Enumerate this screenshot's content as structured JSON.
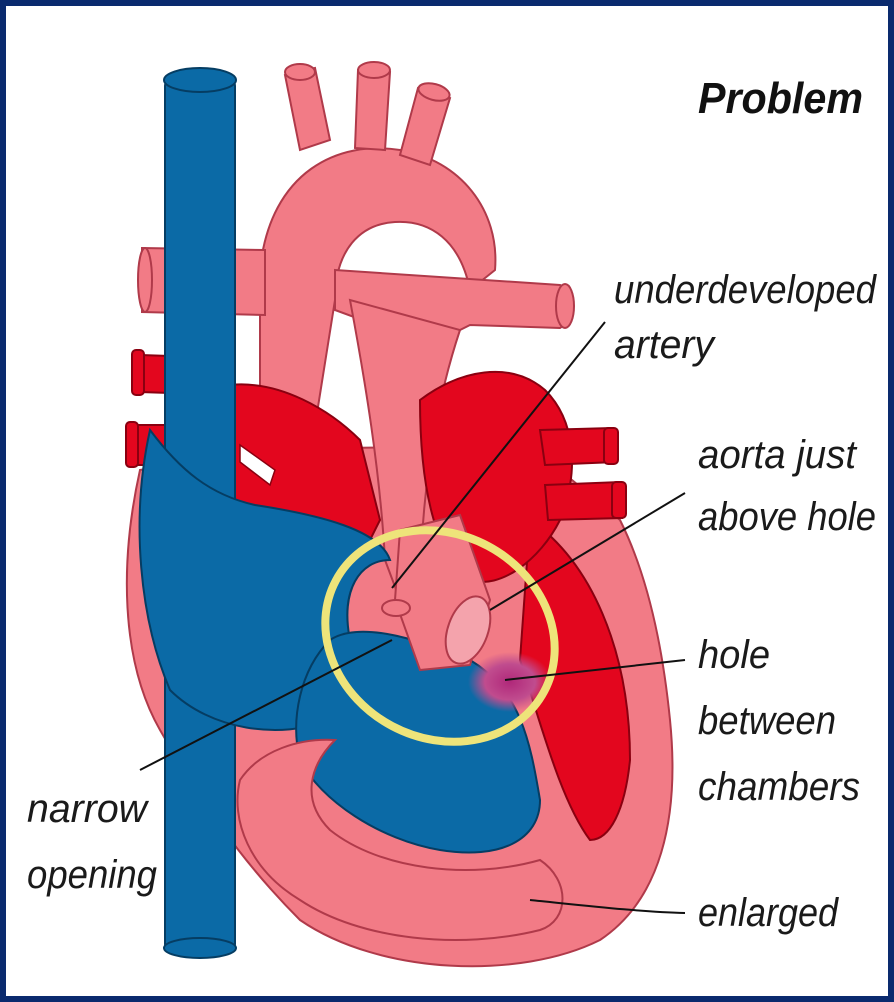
{
  "title": "Problem",
  "labels": {
    "underdeveloped_artery": [
      "underdeveloped",
      "artery"
    ],
    "aorta_above_hole": [
      "aorta just",
      "above hole"
    ],
    "hole_between_chambers": [
      "hole",
      "between",
      "chambers"
    ],
    "narrow_opening": [
      "narrow",
      "opening"
    ],
    "enlarged": [
      "enlarged"
    ]
  },
  "colors": {
    "border": "#0a2a6e",
    "vein_blue": "#0b6aa6",
    "pink": "#f27b86",
    "red": "#e3061e",
    "highlight_ring": "#eee47a"
  }
}
